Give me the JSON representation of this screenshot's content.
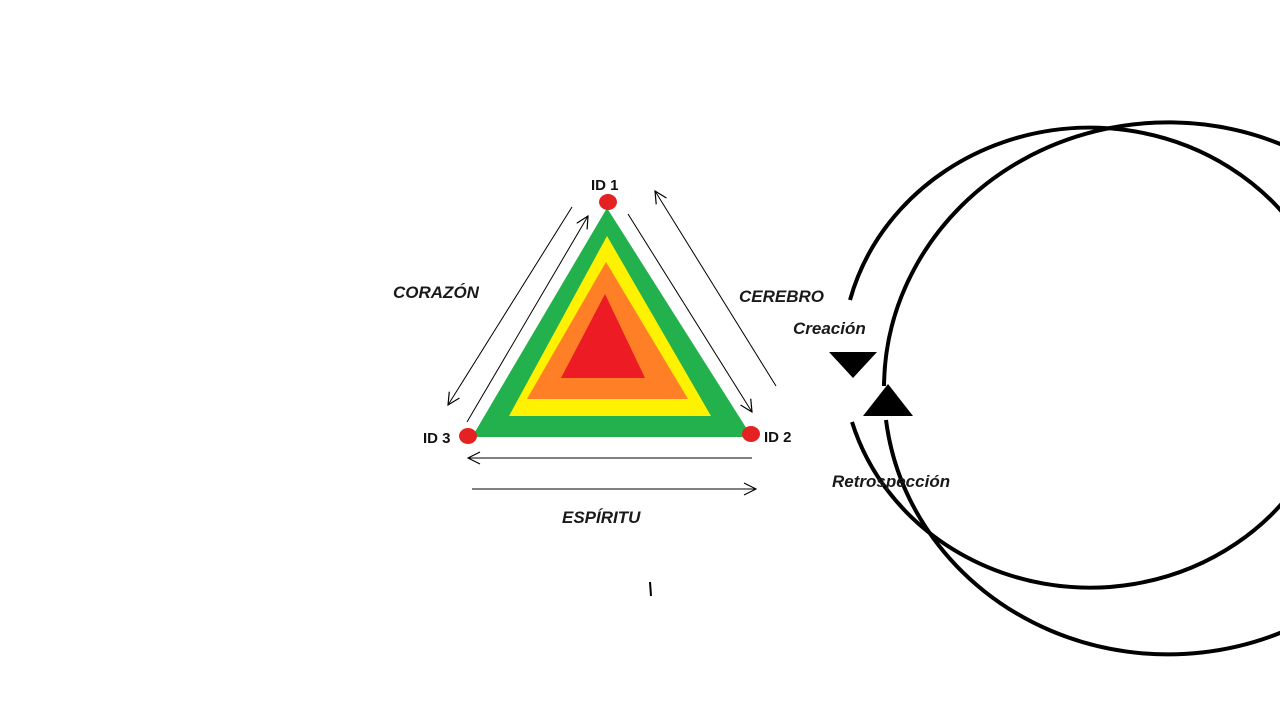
{
  "nodes": {
    "top": {
      "label": "ID 1"
    },
    "right": {
      "label": "ID 2"
    },
    "left": {
      "label": "ID 3"
    }
  },
  "edges": {
    "left_side": "CORAZÓN",
    "right_side": "CEREBRO",
    "bottom_side": "ESPÍRITU"
  },
  "cycle": {
    "down_label": "Creación",
    "up_label": "Retrospección"
  },
  "colors": {
    "layer_outer": "#22b14c",
    "layer_2": "#fff200",
    "layer_3": "#ff7f27",
    "layer_inner": "#ed1c24",
    "node": "#e52222",
    "line": "#000000"
  }
}
